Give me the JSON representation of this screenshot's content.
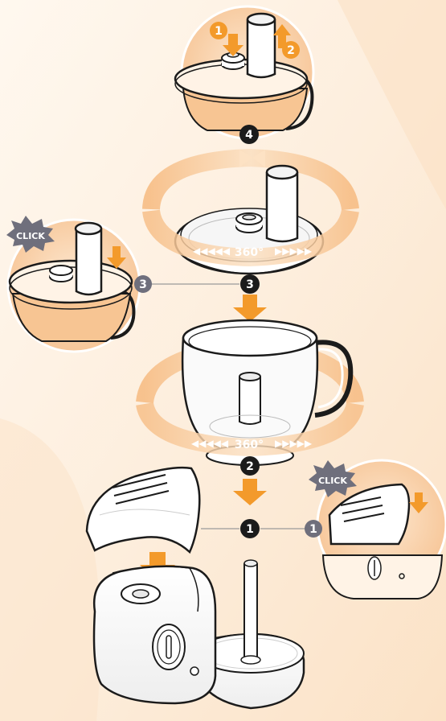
{
  "steps": {
    "s1": "1",
    "s2": "2",
    "s3": "3",
    "s4": "4"
  },
  "callouts": {
    "click_left": "CLICK",
    "click_right": "CLICK",
    "detail_left_step": "3",
    "detail_right_step": "1",
    "top_step_a": "1",
    "top_step_b": "2"
  },
  "rotation": {
    "upper": "360°",
    "lower": "360°"
  },
  "colors": {
    "accent": "#f39a2b",
    "accent_dark": "#e07d10",
    "ring": "#f8c99a",
    "ink": "#1b1b1b",
    "detail_fill": "#fbd9b6",
    "background": "#fdf3e8"
  }
}
